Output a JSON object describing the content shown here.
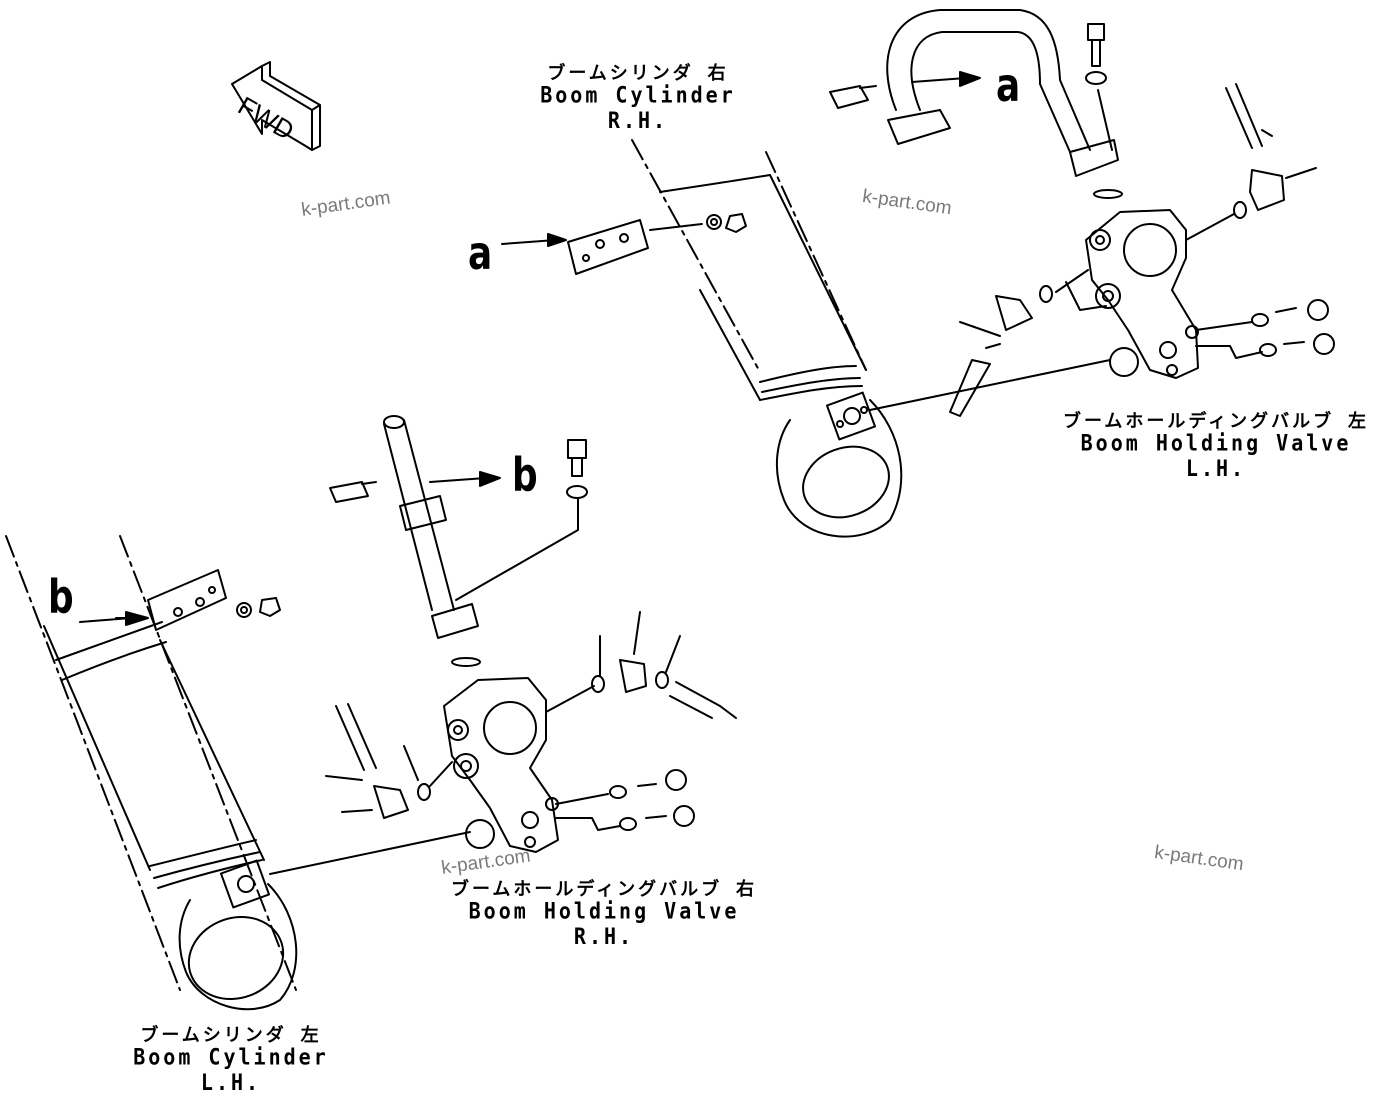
{
  "labels": {
    "boom_cylinder_rh": {
      "jp": "ブームシリンダ 右",
      "en": "Boom Cylinder R.H."
    },
    "boom_cylinder_lh": {
      "jp": "ブームシリンダ 左",
      "en": "Boom Cylinder L.H."
    },
    "boom_holding_valve_lh": {
      "jp": "ブームホールディングバルブ 左",
      "en": "Boom Holding Valve L.H."
    },
    "boom_holding_valve_rh": {
      "jp": "ブームホールディングバルブ 右",
      "en": "Boom Holding Valve R.H."
    }
  },
  "callouts": {
    "a": "a",
    "b": "b"
  },
  "forward_arrow": {
    "text": "FWD"
  },
  "watermark": "k-part.com",
  "colors": {
    "line": "#000000",
    "background": "#ffffff",
    "watermark": "#7a7a7a"
  }
}
